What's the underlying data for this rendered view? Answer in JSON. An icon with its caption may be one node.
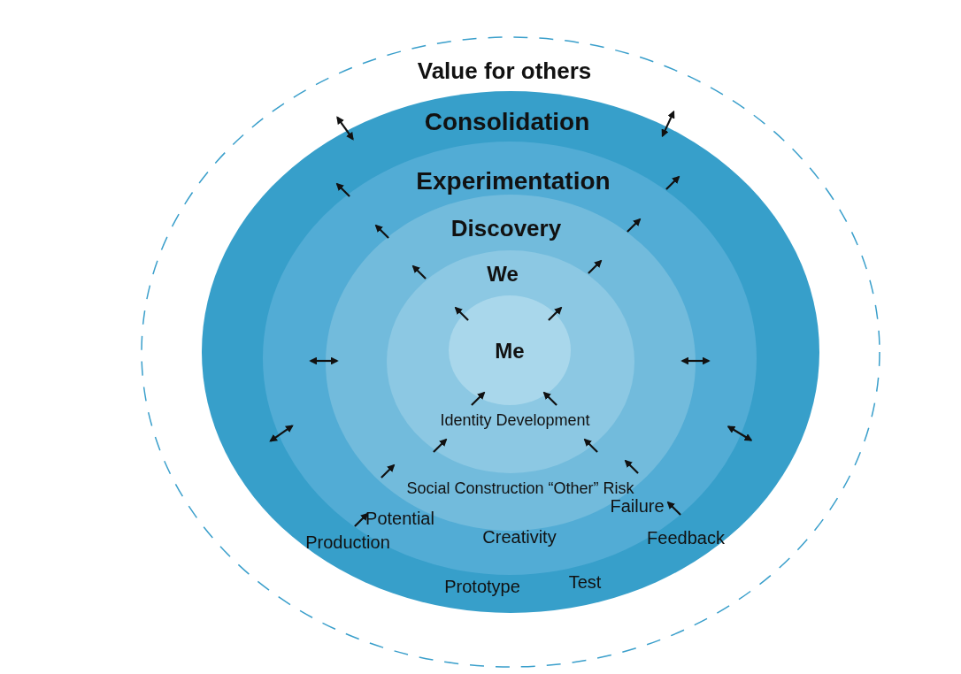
{
  "diagram": {
    "nodes": [
      {
        "text": [
          "Value for others"
        ]
      },
      {
        "text": [
          "Consolidation",
          "Production",
          "Prototype",
          "Test",
          "Feedback"
        ],
        "in": 0
      },
      {
        "text": [
          "Experimentation",
          "Potential",
          "Creativity",
          "Failure"
        ],
        "in": 1
      },
      {
        "text": [
          "Discovery",
          "Social Construction “Other” Risk"
        ],
        "in": 2
      },
      {
        "text": [
          "We",
          "Identity Development"
        ],
        "in": 3
      },
      {
        "text": [
          "Me"
        ],
        "in": 4
      }
    ]
  }
}
